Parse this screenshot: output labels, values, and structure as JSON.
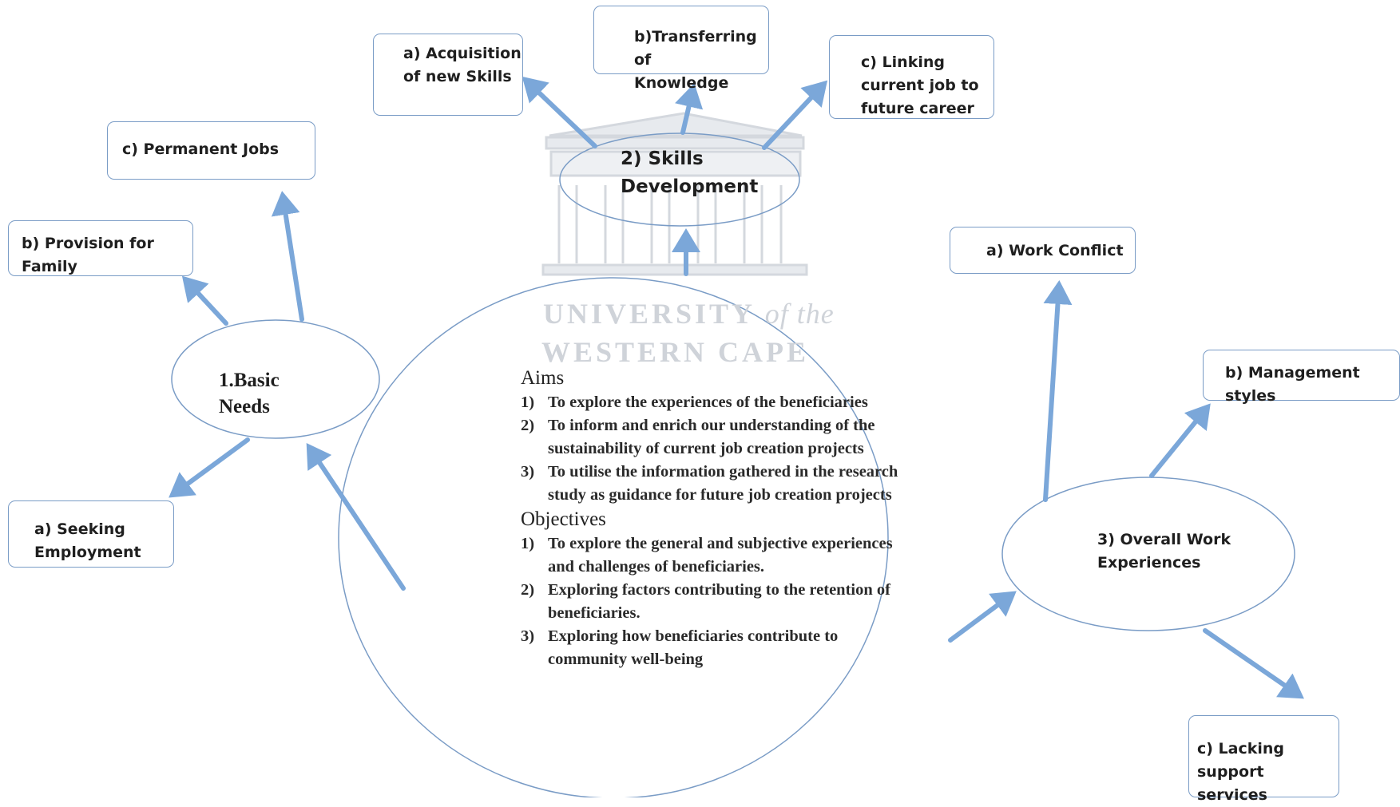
{
  "watermark": {
    "line1": "UNIVERSITY",
    "line1_italic": "of the",
    "line2": "WESTERN CAPE"
  },
  "center": {
    "aims_heading": "Aims",
    "aims": [
      {
        "num": "1)",
        "text": "To explore the experiences of the beneficiaries"
      },
      {
        "num": "2)",
        "text": "To inform and enrich our understanding of the sustainability of current job creation projects"
      },
      {
        "num": "3)",
        "text": "To utilise the information gathered in the research study as guidance for future job creation projects"
      }
    ],
    "objectives_heading": "Objectives",
    "objectives": [
      {
        "num": "1)",
        "text": "To explore the general and subjective experiences and challenges of beneficiaries."
      },
      {
        "num": "2)",
        "text": "Exploring factors contributing to the retention of beneficiaries."
      },
      {
        "num": "3)",
        "text": "Exploring how beneficiaries contribute to community well-being"
      }
    ]
  },
  "themes": {
    "basic_needs": "1.Basic\nNeeds",
    "skills_development": "2) Skills\nDevelopment",
    "overall_work": "3) Overall Work\nExperiences"
  },
  "boxes": {
    "acquisition": "a) Acquisition\nof new Skills",
    "transferring": "b)Transferring of\nKnowledge",
    "linking": "c) Linking\ncurrent job to\nfuture career",
    "permanent_jobs": "c) Permanent Jobs",
    "provision_family": "b) Provision for\nFamily",
    "seeking_employment": "a) Seeking\nEmployment",
    "work_conflict": "a) Work Conflict",
    "management_styles": "b) Management styles",
    "lacking_support": "c) Lacking support\nservices"
  },
  "colors": {
    "arrow": "#7ba7d9",
    "outline": "#7a9cc6",
    "watermark": "#cfd3d9"
  }
}
